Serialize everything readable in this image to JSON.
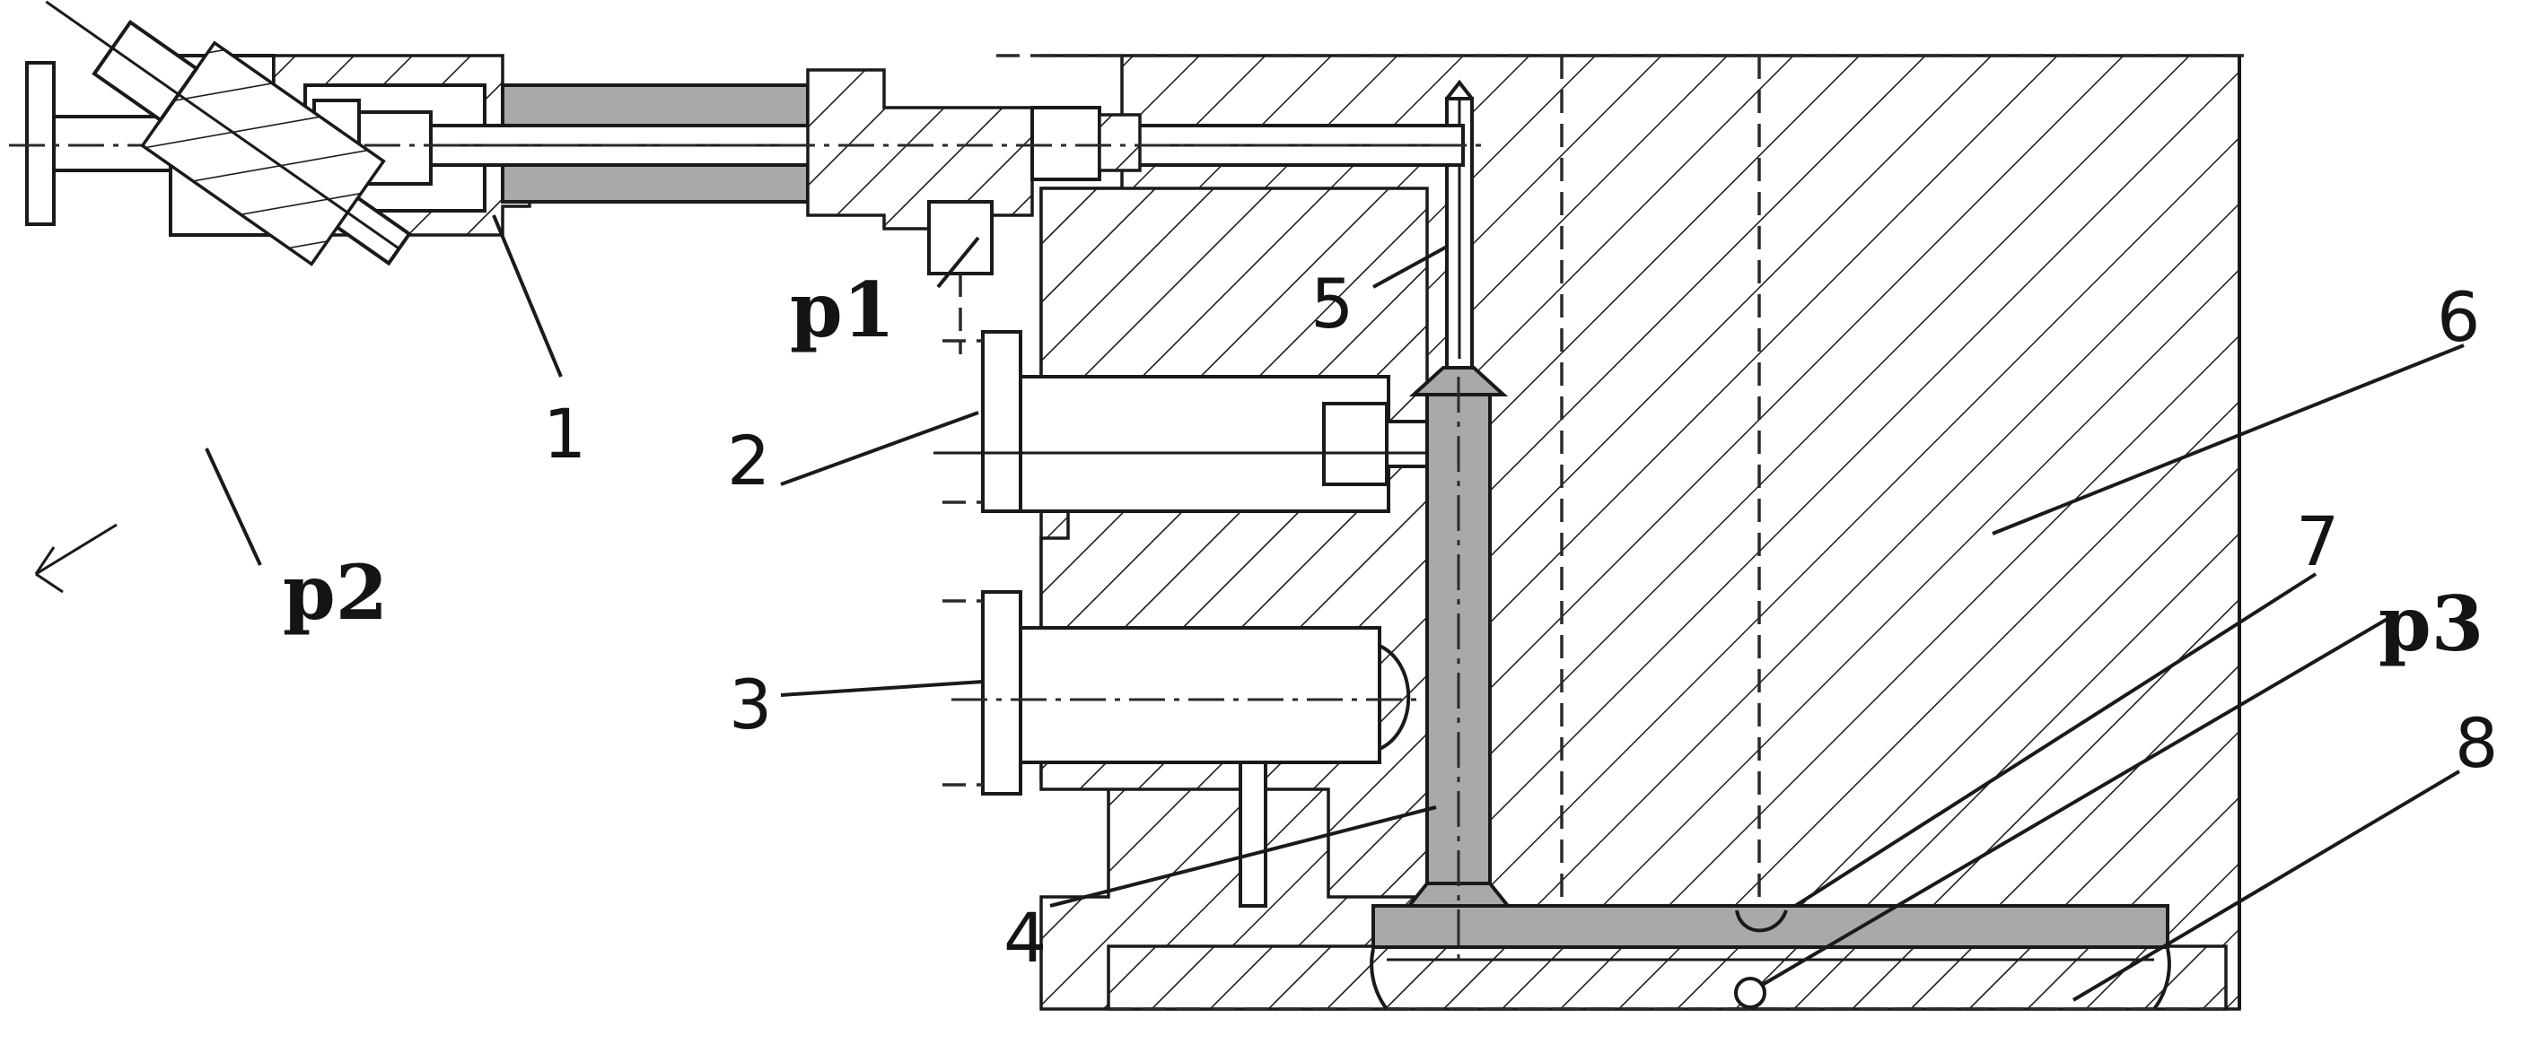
{
  "labels": {
    "l1": "1",
    "l2": "2",
    "l3": "3",
    "l4": "4",
    "l5": "5",
    "l6": "6",
    "l7": "7",
    "l8": "8",
    "p1": "p1",
    "p2": "p2",
    "p3": "p3"
  },
  "colors": {
    "ink": "#1a1a1a",
    "fill_grey": "#a9a9a9",
    "background": "#ffffff"
  }
}
